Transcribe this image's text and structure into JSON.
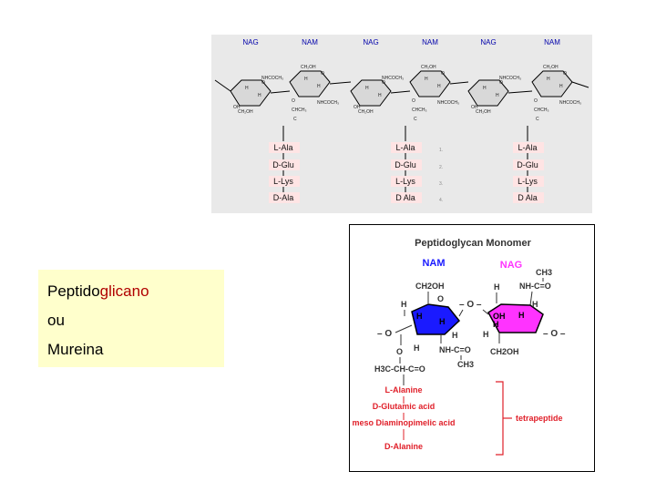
{
  "top": {
    "sugar_labels": [
      "NAG",
      "NAM",
      "NAG",
      "NAM",
      "NAG",
      "NAM"
    ],
    "sugar_x": [
      275,
      340,
      407,
      472,
      536,
      606
    ],
    "atoms": {
      "h": "H",
      "oh": "OH",
      "o": "O",
      "nhcoch3": "NHCOCH₃",
      "ch2oh": "CH₂OH",
      "ch": "CH",
      "chch3": "CHCH₃",
      "c": "C",
      "ch3": "CH₃"
    },
    "peptide_columns": [
      [
        "L-Ala",
        "D-Glu",
        "L-Lys",
        "D-Ala"
      ],
      [
        "L-Ala",
        "D-Glu",
        "L-Lys",
        "D Ala"
      ],
      [
        "L-Ala",
        "D-Glu",
        "L-Lys",
        "D Ala"
      ]
    ],
    "position_numbers": [
      "1.",
      "2.",
      "3.",
      "4."
    ]
  },
  "label": {
    "line1_part1": "Peptido",
    "line1_part2": "glicano",
    "line2": "ou",
    "line3": "Mureina"
  },
  "monomer": {
    "title": "Peptidoglycan Monomer",
    "nam_label": "NAM",
    "nag_label": "NAG",
    "nam_color": "#1a1aff",
    "nag_color": "#ff33ff",
    "accent_red": "#e0202a",
    "ch3_top": "CH3",
    "nh_c_o_top": "NH-C=O",
    "ch2oh_left": "CH2OH",
    "h": "H",
    "o": "O",
    "oh": "OH",
    "minus_o_left": "– O",
    "o_minus_mid": "– O –",
    "o_minus_right": "– O –",
    "nh_c_o_bottom": "NH-C=O",
    "ch3_bottom": "CH3",
    "ch2oh_right": "CH2OH",
    "h3c_chain": "H3C-CH-C=O",
    "amino_acids": [
      "L-Alanine",
      "D-Glutamic acid",
      "meso Diaminopimelic acid",
      "D-Alanine"
    ],
    "tetrapeptide": "tetrapeptide"
  }
}
